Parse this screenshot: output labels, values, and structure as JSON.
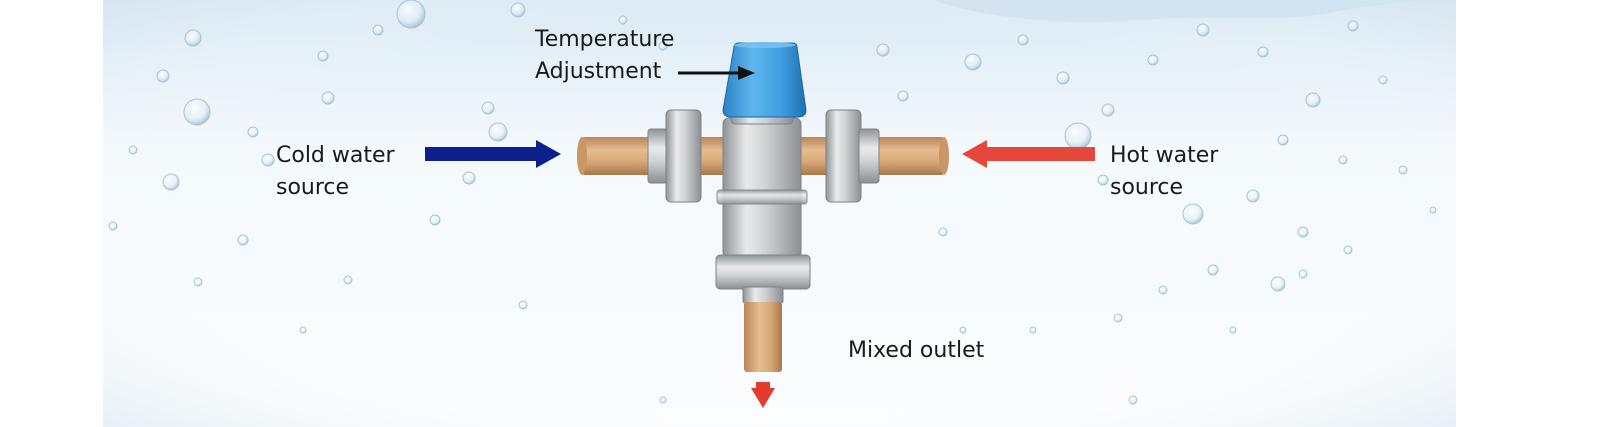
{
  "labels": {
    "temperature_line1": "Temperature",
    "temperature_line2": "Adjustment",
    "cold_line1": "Cold water",
    "cold_line2": "source",
    "hot_line1": "Hot water",
    "hot_line2": "source",
    "mixed": "Mixed outlet"
  },
  "colors": {
    "cold_arrow": "#0d1f8a",
    "hot_arrow": "#e5483b",
    "outlet_arrow": "#e53a2e",
    "adjust_knob": "#3e9fe0",
    "copper_pipe": "#d8a676",
    "valve_body": "#c9ccce",
    "background_water": "#e6f1f8"
  }
}
